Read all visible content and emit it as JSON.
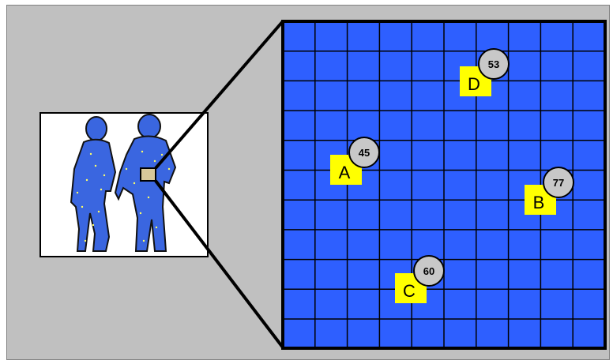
{
  "colors": {
    "background": "#c0c0c0",
    "grid_fill": "#2e5fff",
    "grid_lines": "#000000",
    "marker_fill": "#ffff00",
    "badge_fill": "#c8c8c8",
    "silhouette": "#3a66e0",
    "zoom_box": "#d8c89a"
  },
  "icons": {
    "thumbnail": "silhouette-couple-icon",
    "badge": "circle-badge-icon"
  },
  "points": [
    {
      "id": "D",
      "label": "D",
      "value": "53"
    },
    {
      "id": "A",
      "label": "A",
      "value": "45"
    },
    {
      "id": "B",
      "label": "B",
      "value": "77"
    },
    {
      "id": "C",
      "label": "C",
      "value": "60"
    }
  ]
}
